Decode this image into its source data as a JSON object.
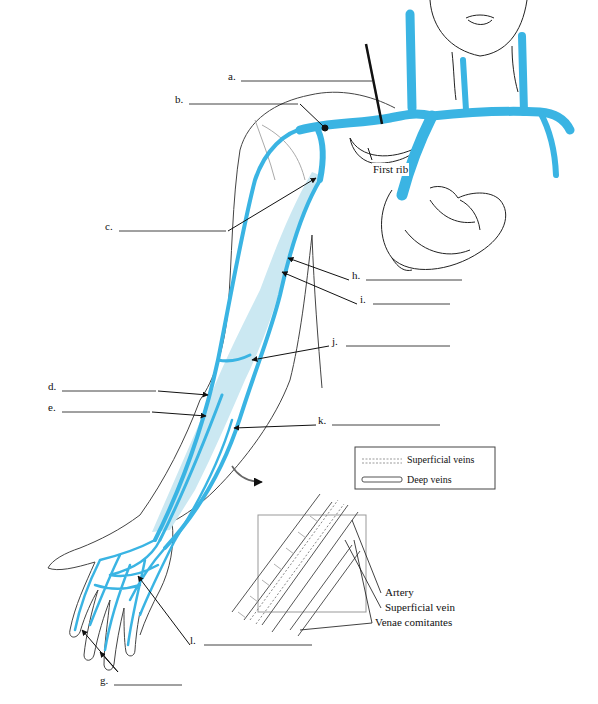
{
  "diagram": {
    "labels": [
      "a.",
      "b.",
      "c.",
      "d.",
      "e.",
      "g.",
      "h.",
      "i.",
      "j.",
      "k.",
      "l.",
      "First rib",
      "Artery",
      "Superficial vein",
      "Venae comitantes"
    ],
    "legend": [
      {
        "text": "Superficial veins"
      },
      {
        "text": "Deep veins"
      }
    ]
  }
}
